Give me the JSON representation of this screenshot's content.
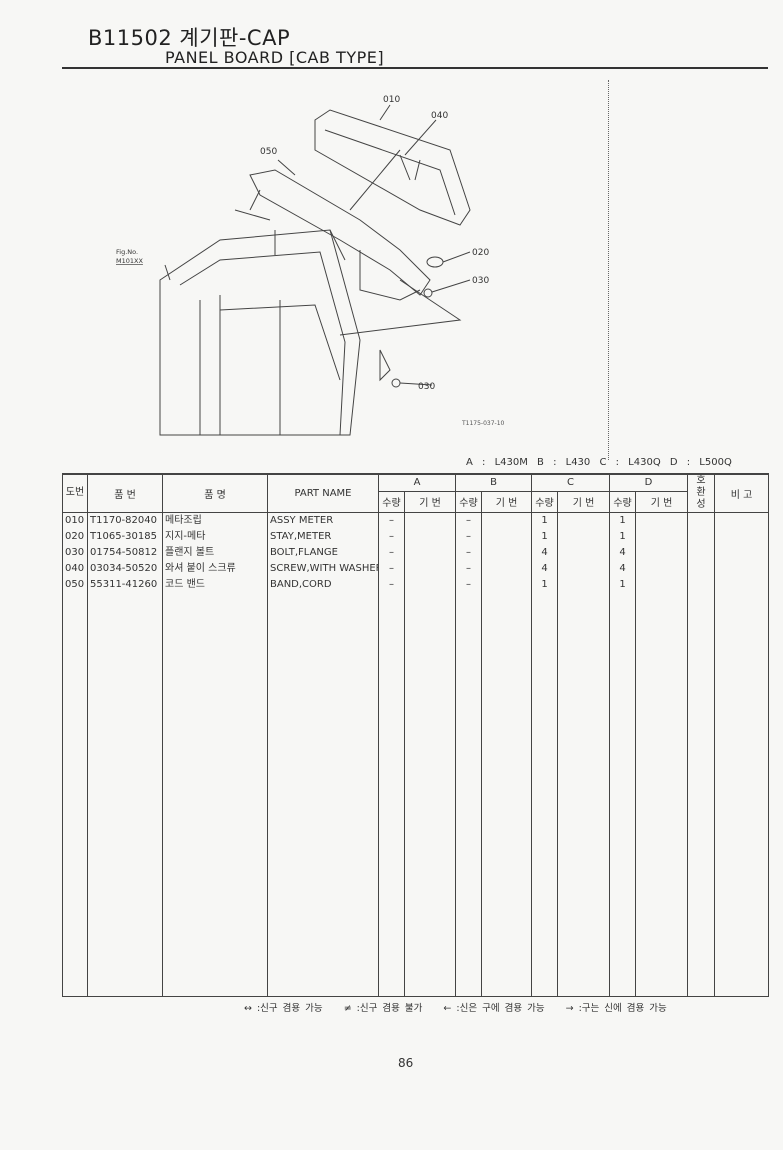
{
  "header": {
    "code_title": "B11502 계기판-CAP",
    "english_title": "PANEL BOARD [CAB TYPE]"
  },
  "figure": {
    "fig_no_label": "Fig.No.",
    "fig_no": "M101XX",
    "drawing_id": "T1175-037-10",
    "callouts": [
      "010",
      "040",
      "050",
      "020",
      "030",
      "030"
    ]
  },
  "models_line": "A : L430M   B : L430   C : L430Q   D : L500Q",
  "table": {
    "headers": {
      "ref_no": "도번",
      "part_no": "품   번",
      "part_name_kr": "품      명",
      "part_name": "PART  NAME",
      "groups": [
        "A",
        "B",
        "C",
        "D"
      ],
      "qty": "수량",
      "serial": "기 번",
      "interchange": "호환성",
      "remarks": "비   고"
    },
    "rows": [
      {
        "ref": "010",
        "part_no": "T1170-82040",
        "name_kr": "메타조립",
        "name": "ASSY METER",
        "a": "–",
        "b": "–",
        "c": "1",
        "d": "1"
      },
      {
        "ref": "020",
        "part_no": "T1065-30185",
        "name_kr": "지지-메타",
        "name": "STAY,METER",
        "a": "–",
        "b": "–",
        "c": "1",
        "d": "1"
      },
      {
        "ref": "030",
        "part_no": "01754-50812",
        "name_kr": "플랜지 볼트",
        "name": "BOLT,FLANGE",
        "a": "–",
        "b": "–",
        "c": "4",
        "d": "4"
      },
      {
        "ref": "040",
        "part_no": "03034-50520",
        "name_kr": "와셔 붙이 스크류",
        "name": "SCREW,WITH WASHER",
        "a": "–",
        "b": "–",
        "c": "4",
        "d": "4"
      },
      {
        "ref": "050",
        "part_no": "55311-41260",
        "name_kr": "코드 밴드",
        "name": "BAND,CORD",
        "a": "–",
        "b": "–",
        "c": "1",
        "d": "1"
      }
    ]
  },
  "legend": [
    "↔ :신구 겸용 가능",
    "≠ :신구 겸용 불가",
    "← :신은 구에 겸용 가능",
    "→ :구는 신에 겸용 가능"
  ],
  "page_number": "86"
}
